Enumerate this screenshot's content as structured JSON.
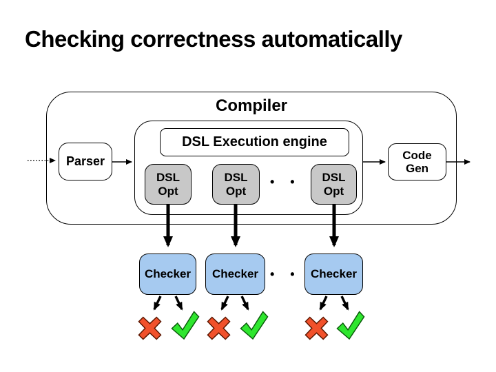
{
  "title": "Checking correctness automatically",
  "diagram": {
    "compiler_label": "Compiler",
    "engine_label": "DSL Execution engine",
    "parser_label": "Parser",
    "code_gen_label": "Code\nGen",
    "opt_boxes": [
      "DSL\nOpt",
      "DSL\nOpt",
      "DSL\nOpt"
    ],
    "checker_boxes": [
      "Checker",
      "Checker",
      "Checker"
    ],
    "verdicts_per_checker": [
      "fail",
      "pass"
    ]
  },
  "icons": {
    "ellipsis_icon": "• • •",
    "cross_icon": "cross-mark",
    "check_icon": "check-mark"
  },
  "colors": {
    "box_gray": "#c8c8c8",
    "box_blue": "#a6caf0",
    "cross_red": "#f1512b",
    "cross_outline": "#5a1600",
    "check_green": "#2ee62e",
    "check_outline": "#0a5a0a"
  }
}
